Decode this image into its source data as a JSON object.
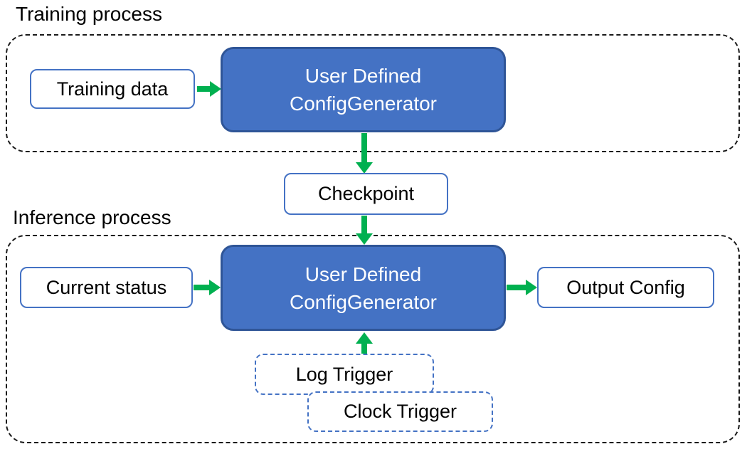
{
  "diagram": {
    "colors": {
      "node_fill": "#4472C4",
      "node_border": "#2F5597",
      "outline_border": "#4472C4",
      "arrow": "#00B050",
      "container_border": "#1a1a1a"
    },
    "training_section": {
      "label": "Training process",
      "training_data": "Training data",
      "generator_line1": "User Defined",
      "generator_line2": "ConfigGenerator"
    },
    "checkpoint": "Checkpoint",
    "inference_section": {
      "label": "Inference process",
      "current_status": "Current status",
      "generator_line1": "User Defined",
      "generator_line2": "ConfigGenerator",
      "output_config": "Output Config",
      "log_trigger": "Log Trigger",
      "clock_trigger": "Clock Trigger"
    }
  }
}
